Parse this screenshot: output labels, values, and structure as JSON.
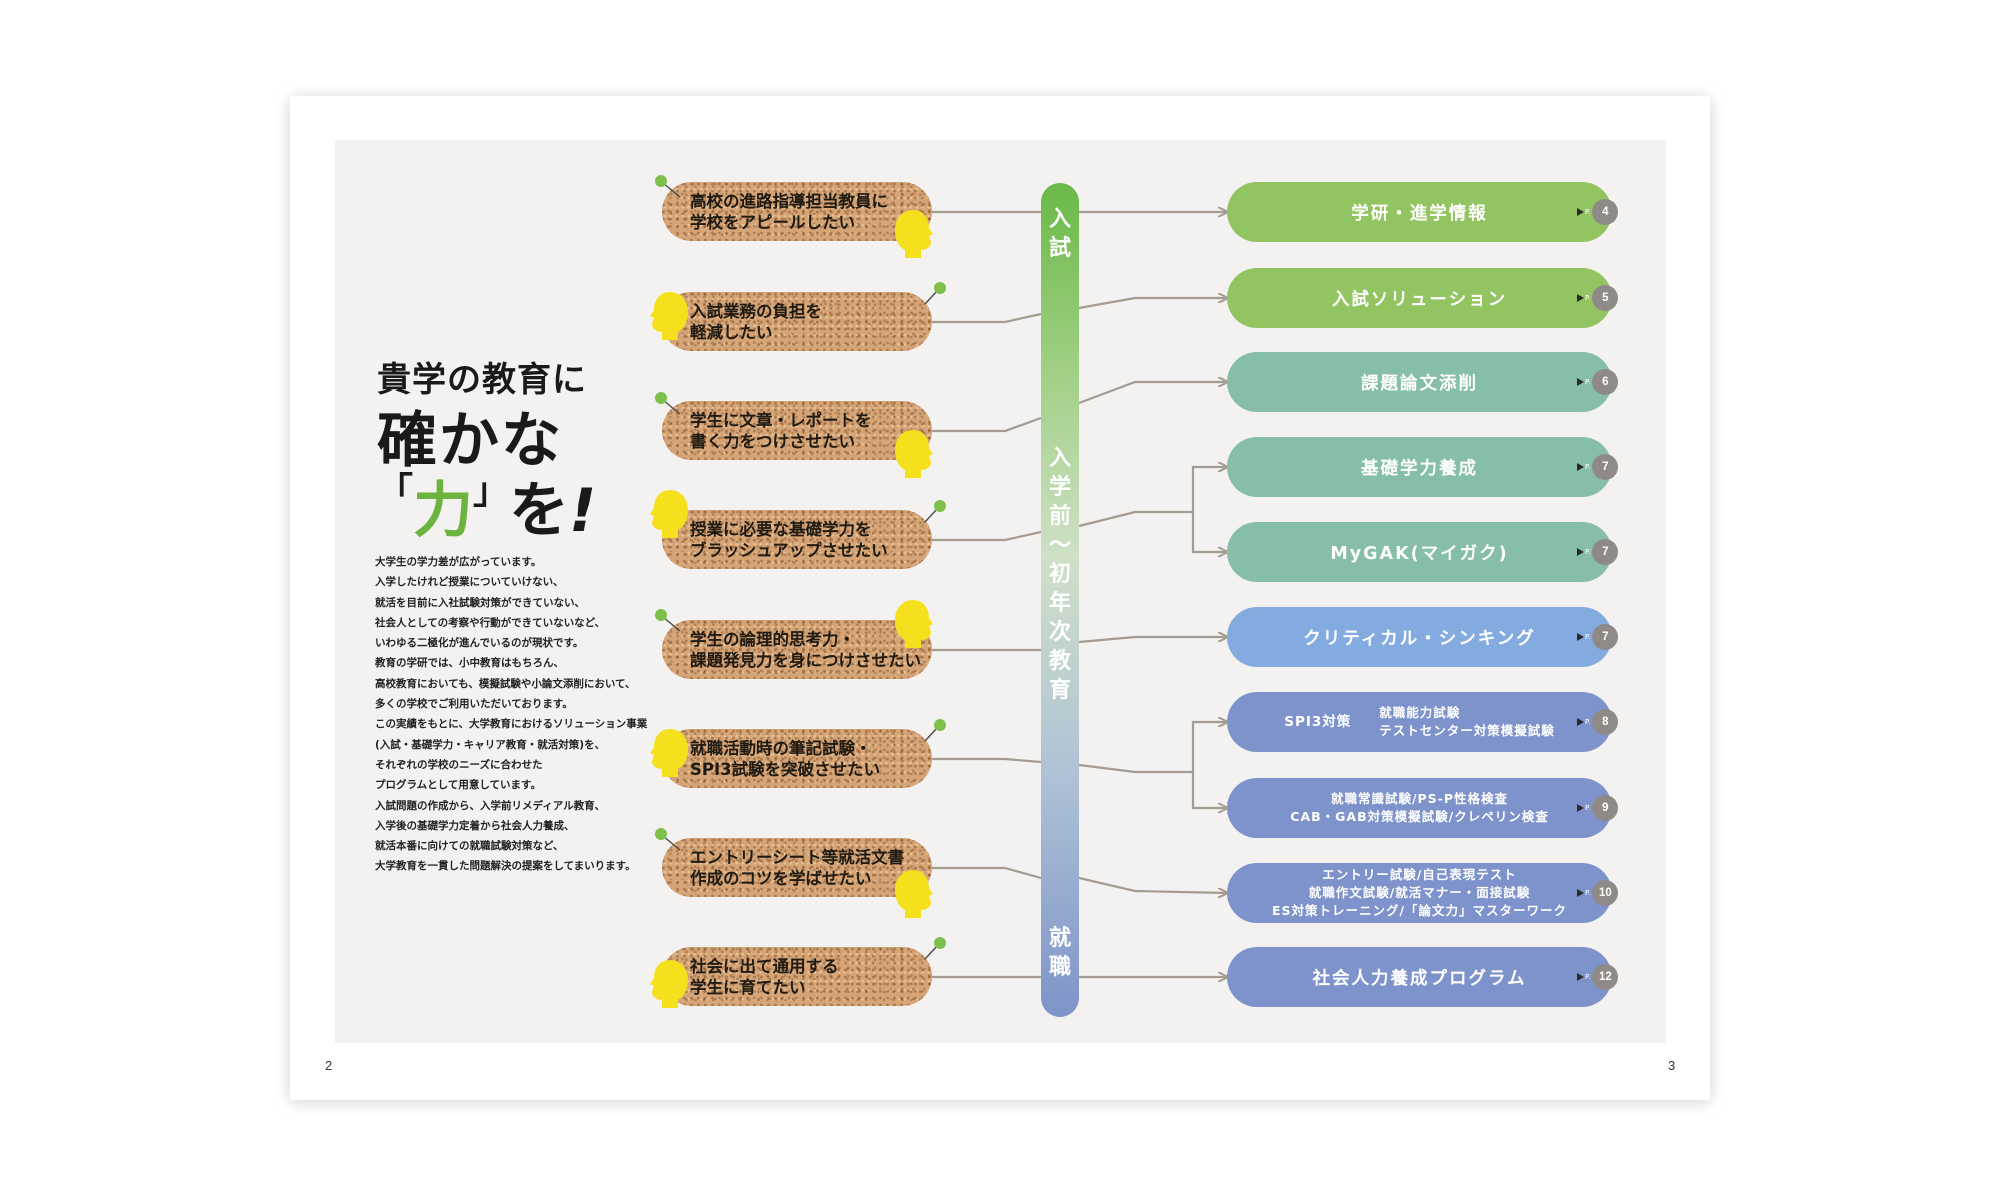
{
  "colors": {
    "green": "#93c462",
    "teal": "#86bfa5",
    "sky": "#84abe0",
    "indigo": "#7e93cb",
    "connector": "#a59b90",
    "accent_green": "#6db33f",
    "cork": "#d6a577",
    "head_yellow": "#f5e01e"
  },
  "page_numbers": {
    "left": "2",
    "right": "3"
  },
  "heading": {
    "line1": "貴学の教育に",
    "line2": "確かな",
    "bracket_open": "「",
    "line3_accent": "力",
    "bracket_close": "」",
    "line3_rest": "を",
    "exclaim": "!"
  },
  "intro_lines": [
    "大学生の学力差が広がっています。",
    "入学したけれど授業についていけない、",
    "就活を目前に入社試験対策ができていない、",
    "社会人としての考察や行動ができていないなど、",
    "いわゆる二極化が進んでいるのが現状です。",
    "教育の学研では、小中教育はもちろん、",
    "高校教育においても、模擬試験や小論文添削において、",
    "多くの学校でご利用いただいております。",
    "この実績をもとに、大学教育におけるソリューション事業",
    "(入試・基礎学力・キャリア教育・就活対策)を、",
    "それぞれの学校のニーズに合わせた",
    "プログラムとして用意しています。",
    "入試問題の作成から、入学前リメディアル教育、",
    "入学後の基礎学力定着から社会人力養成、",
    "就活本番に向けての就職試験対策など、",
    "大学教育を一貫した問題解決の提案をしてまいります。"
  ],
  "needs": [
    {
      "lines": [
        "高校の進路指導担当教員に",
        "学校をアピールしたい"
      ]
    },
    {
      "lines": [
        "入試業務の負担を",
        "軽減したい"
      ]
    },
    {
      "lines": [
        "学生に文章・レポートを",
        "書く力をつけさせたい"
      ]
    },
    {
      "lines": [
        "授業に必要な基礎学力を",
        "ブラッシュアップさせたい"
      ]
    },
    {
      "lines": [
        "学生の論理的思考力・",
        "課題発見力を身につけさせたい"
      ]
    },
    {
      "lines": [
        "就職活動時の筆記試験・",
        "SPI3試験を突破させたい"
      ]
    },
    {
      "lines": [
        "エントリーシート等就活文書",
        "作成のコツを学ばせたい"
      ]
    },
    {
      "lines": [
        "社会に出て通用する",
        "学生に育てたい"
      ]
    }
  ],
  "phases": {
    "nyushi": [
      "入",
      "試"
    ],
    "shokyoiku": [
      "入",
      "学",
      "前",
      "〜",
      "初",
      "年",
      "次",
      "教",
      "育"
    ],
    "shushoku": [
      "就",
      "職"
    ]
  },
  "solutions": [
    {
      "label": "学研・進学情報",
      "page": "4",
      "color_key": "green"
    },
    {
      "label": "入試ソリューション",
      "page": "5",
      "color_key": "green"
    },
    {
      "label": "課題論文添削",
      "page": "6",
      "color_key": "teal"
    },
    {
      "label": "基礎学力養成",
      "page": "7",
      "color_key": "teal"
    },
    {
      "label": "MyGAK(マイガク)",
      "page": "7",
      "color_key": "teal"
    },
    {
      "label": "クリティカル・シンキング",
      "page": "7",
      "color_key": "sky"
    },
    {
      "left": "SPI3対策",
      "lines": [
        "就職能力試験",
        "テストセンター対策模擬試験"
      ],
      "page": "8",
      "color_key": "indigo"
    },
    {
      "lines": [
        "就職常識試験/PS-P性格検査",
        "CAB・GAB対策模擬試験/クレペリン検査"
      ],
      "page": "9",
      "color_key": "indigo"
    },
    {
      "lines": [
        "エントリー試験/自己表現テスト",
        "就職作文試験/就活マナー・面接試験",
        "ES対策トレーニング/「論文力」マスターワーク"
      ],
      "page": "10",
      "color_key": "indigo"
    },
    {
      "label": "社会人力養成プログラム",
      "page": "12",
      "color_key": "indigo"
    }
  ],
  "ref_prefix": "P."
}
